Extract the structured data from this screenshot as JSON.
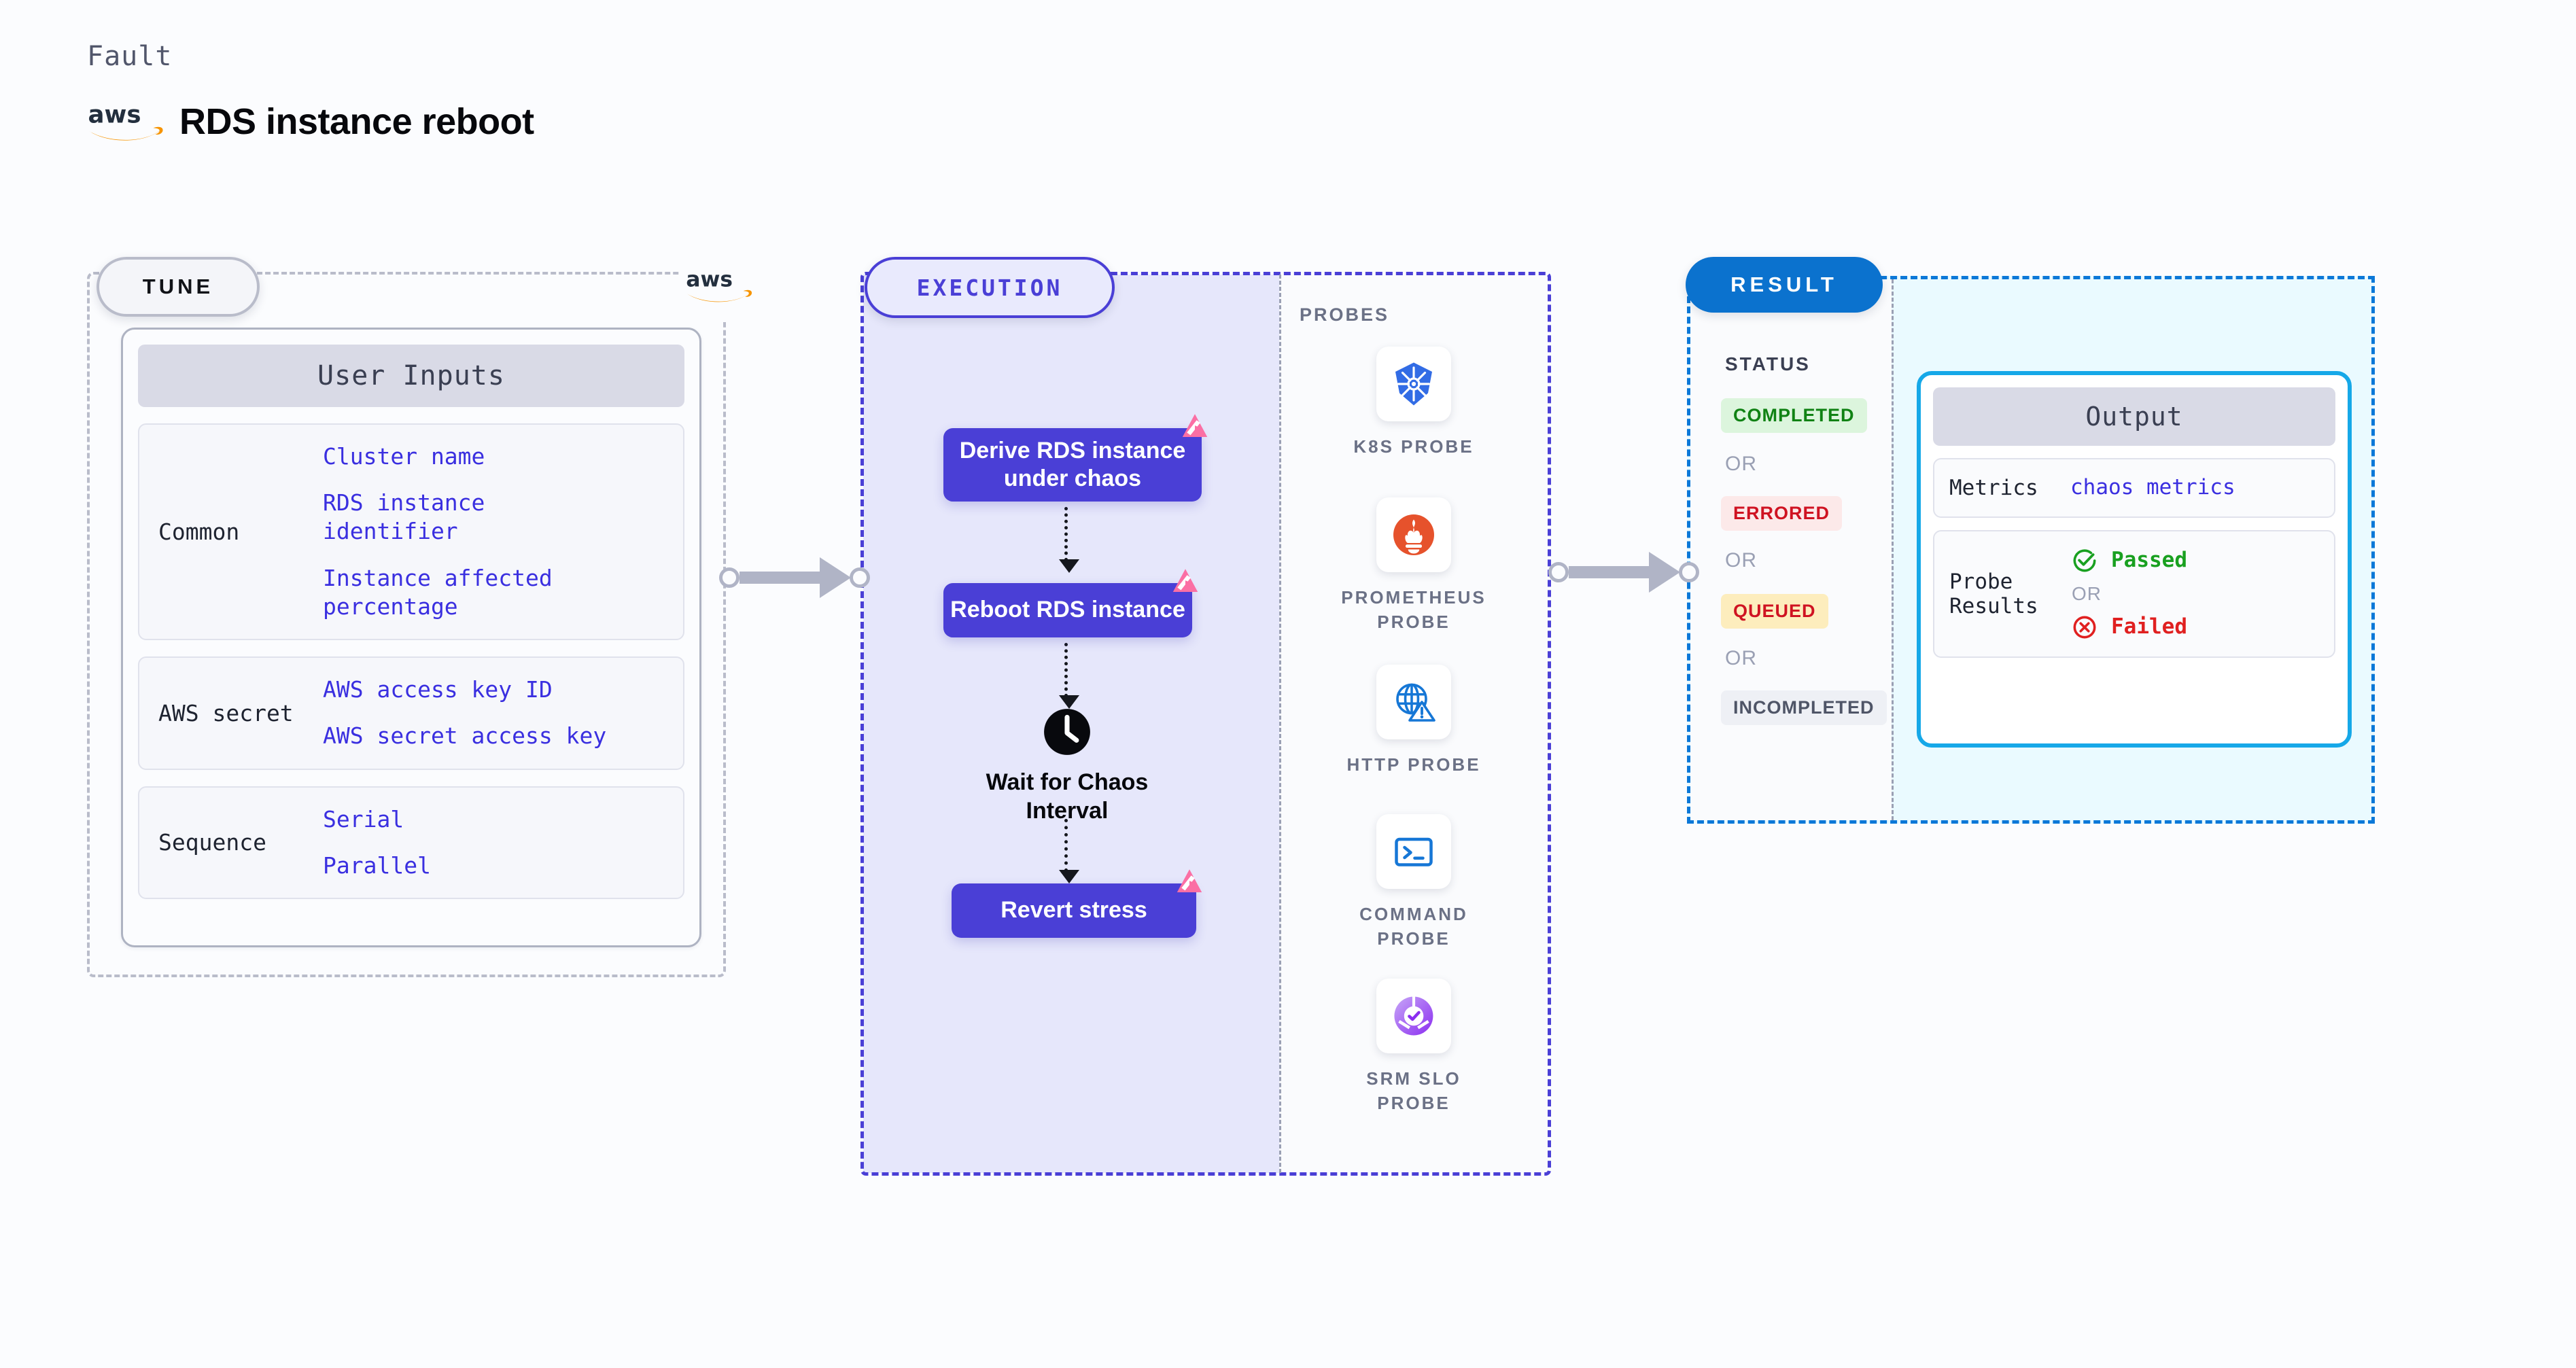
{
  "header": {
    "eyebrow": "Fault",
    "title": "RDS instance reboot",
    "logo_icon": "aws-logo"
  },
  "tune": {
    "pill_label": "TUNE",
    "side_logo_icon": "aws-logo",
    "card_title": "User Inputs",
    "rows": [
      {
        "label": "Common",
        "values": [
          "Cluster name",
          "RDS instance identifier",
          "Instance affected percentage"
        ]
      },
      {
        "label": "AWS secret",
        "values": [
          "AWS access key ID",
          "AWS secret access key"
        ]
      },
      {
        "label": "Sequence",
        "values": [
          "Serial",
          "Parallel"
        ]
      }
    ]
  },
  "execution": {
    "pill_label": "EXECUTION",
    "nodes": [
      {
        "label": "Derive RDS instance under chaos",
        "badge_icon": "chaos-badge-icon"
      },
      {
        "label": "Reboot RDS instance",
        "badge_icon": "chaos-badge-icon"
      },
      {
        "label": "Wait for Chaos Interval",
        "icon": "clock-icon"
      },
      {
        "label": "Revert stress",
        "badge_icon": "chaos-badge-icon"
      }
    ]
  },
  "probes": {
    "title": "PROBES",
    "items": [
      {
        "name": "K8S PROBE",
        "icon": "kubernetes-icon"
      },
      {
        "name": "PROMETHEUS PROBE",
        "icon": "prometheus-icon"
      },
      {
        "name": "HTTP PROBE",
        "icon": "http-globe-warning-icon"
      },
      {
        "name": "COMMAND PROBE",
        "icon": "terminal-icon"
      },
      {
        "name": "SRM SLO PROBE",
        "icon": "srm-slo-icon"
      }
    ]
  },
  "result": {
    "pill_label": "RESULT",
    "status_title": "STATUS",
    "or_label": "OR",
    "statuses": [
      {
        "label": "COMPLETED",
        "bg": "#dcf5dd",
        "fg": "#108214"
      },
      {
        "label": "ERRORED",
        "bg": "#fce9e9",
        "fg": "#cf1322"
      },
      {
        "label": "QUEUED",
        "bg": "#fdedbd",
        "fg": "#cf1322"
      },
      {
        "label": "INCOMPLETED",
        "bg": "#eef0f5",
        "fg": "#4f5567"
      }
    ],
    "output": {
      "card_title": "Output",
      "metrics_label": "Metrics",
      "metrics_value": "chaos metrics",
      "probe_results_label": "Probe Results",
      "passed_label": "Passed",
      "failed_label": "Failed",
      "or_label": "OR",
      "passed_icon": "check-circle-icon",
      "failed_icon": "x-circle-icon"
    }
  },
  "colors": {
    "primary_purple": "#4a3fd6",
    "result_blue": "#0b72ce",
    "output_cyan": "#16a8e8",
    "aws_orange": "#f08c00",
    "chaos_pink": "#fb6fa4",
    "link_blue": "#3a2fe0"
  }
}
